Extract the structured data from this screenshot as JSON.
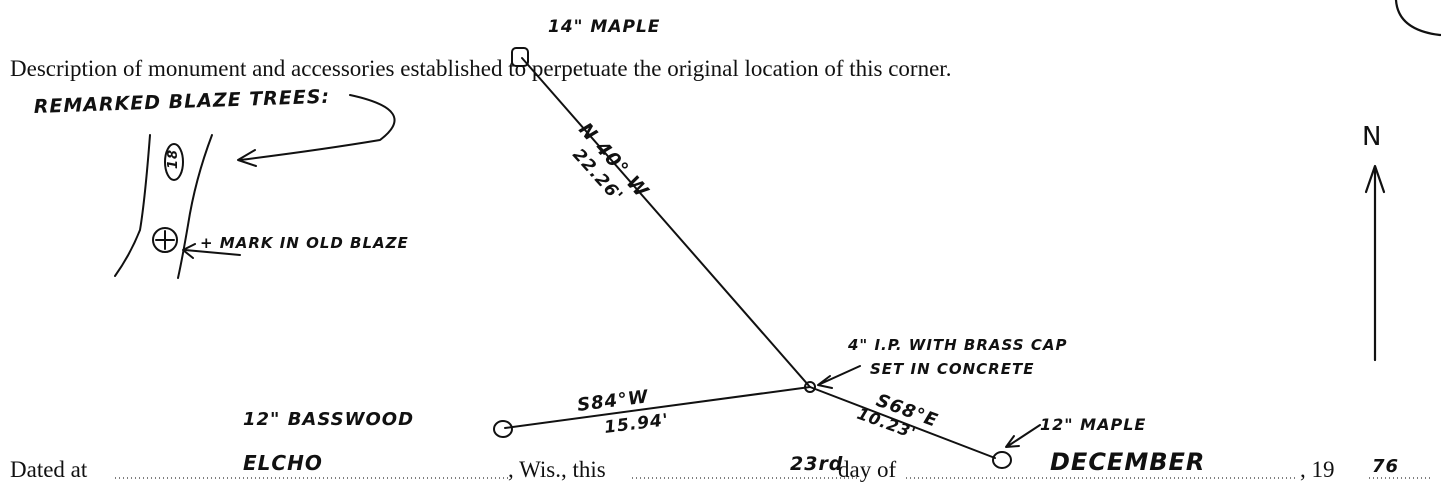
{
  "form": {
    "description_line": "Description of monument and accessories established to perpetuate the original location of this corner.",
    "dated_at_label": "Dated at",
    "wis_this_label": ", Wis., this",
    "day_of_label": "day of",
    "year_prefix": ", 19"
  },
  "filled": {
    "place": "ELCHO",
    "day": "23rd",
    "month": "DECEMBER",
    "year_suffix": "76"
  },
  "sketch": {
    "remarked_note": "REMARKED BLAZE TREES:",
    "blaze_number": "18",
    "mark_note": "+ MARK IN OLD BLAZE",
    "north_label": "N",
    "monument_line1": "4\" I.P. WITH BRASS CAP",
    "monument_line2": "SET IN CONCRETE",
    "bearing_trees": [
      {
        "tree": "14\" MAPLE",
        "bearing": "N 40° W",
        "distance": "22.26'"
      },
      {
        "tree": "12\" BASSWOOD",
        "bearing": "S84°W",
        "distance": "15.94'"
      },
      {
        "tree": "12\" MAPLE",
        "bearing": "S68°E",
        "distance": "10.23'"
      }
    ]
  }
}
